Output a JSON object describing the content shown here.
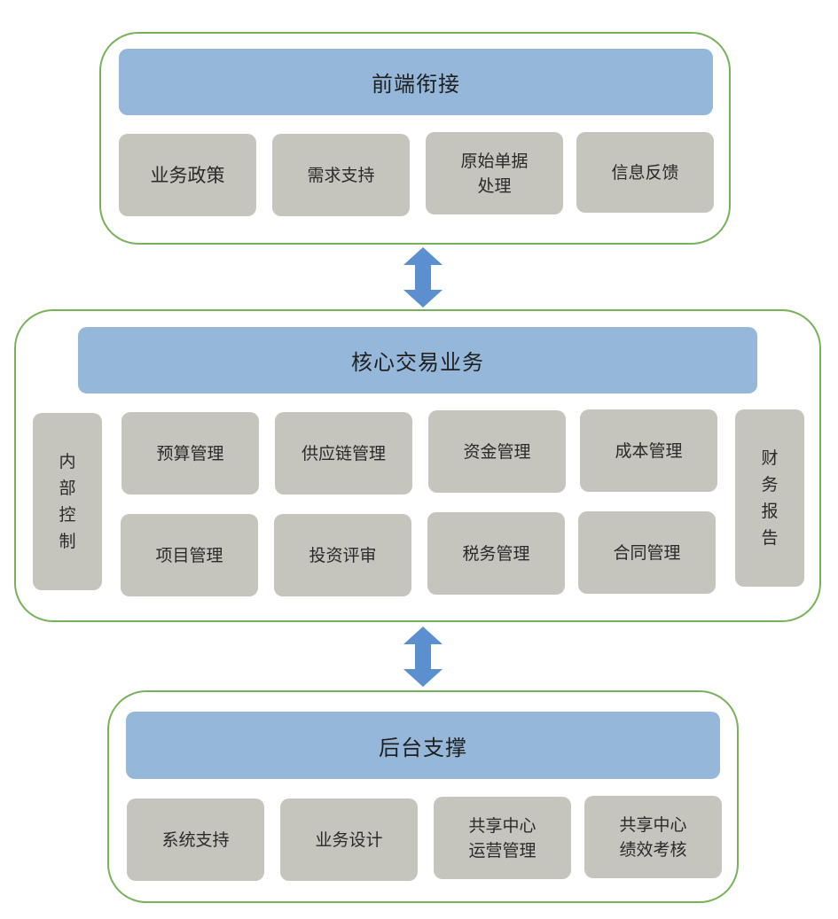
{
  "colors": {
    "section_border": "#77b15a",
    "header_fill": "#95b8da",
    "box_fill": "#c5c4bd",
    "arrow_fill": "#5b8fd0"
  },
  "front": {
    "title": "前端衔接",
    "items": [
      "业务政策",
      "需求支持",
      "原始单据\n处理",
      "信息反馈"
    ]
  },
  "core": {
    "title": "核心交易业务",
    "left_label": "内\n部\n控\n制",
    "right_label": "财\n务\n报\n告",
    "row1": [
      "预算管理",
      "供应链管理",
      "资金管理",
      "成本管理"
    ],
    "row2": [
      "项目管理",
      "投资评审",
      "税务管理",
      "合同管理"
    ]
  },
  "back": {
    "title": "后台支撑",
    "items": [
      "系统支持",
      "业务设计",
      "共享中心\n运营管理",
      "共享中心\n绩效考核"
    ]
  },
  "arrows": [
    "double-arrow-icon",
    "double-arrow-icon"
  ]
}
